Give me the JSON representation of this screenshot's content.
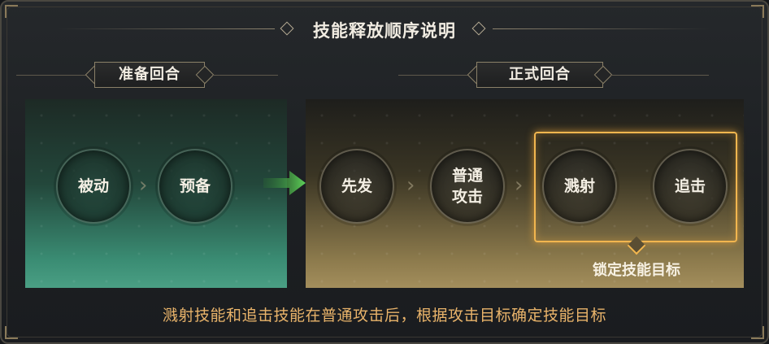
{
  "title": "技能释放顺序说明",
  "sections": {
    "prep": {
      "label": "准备回合",
      "nodes": [
        "被动",
        "预备"
      ]
    },
    "formal": {
      "label": "正式回合",
      "nodes": [
        "先发",
        "普通\n攻击",
        "溅射",
        "追击"
      ]
    }
  },
  "target": {
    "label": "锁定技能目标"
  },
  "footer": "溅射技能和追击技能在普通攻击后，根据攻击目标确定技能目标",
  "colors": {
    "accent": "#f2b64f",
    "footer_text": "#e8b36a",
    "prep_panel": "#3a8c73",
    "formal_panel": "#8c7a4c",
    "arrow": "#4cb84a"
  },
  "icons": [
    "diamond-ornament-icon",
    "chevron-right-icon",
    "green-arrow-icon"
  ]
}
